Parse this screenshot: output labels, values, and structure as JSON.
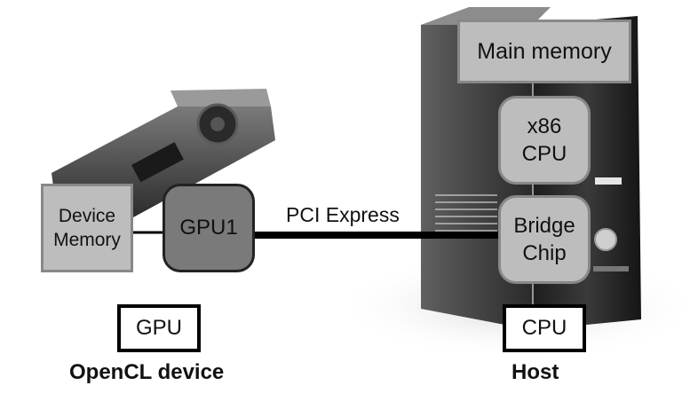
{
  "host": {
    "main_memory": "Main memory",
    "cpu_line1": "x86",
    "cpu_line2": "CPU",
    "bridge_line1": "Bridge",
    "bridge_line2": "Chip",
    "label": "CPU",
    "caption": "Host"
  },
  "device": {
    "memory_line1": "Device",
    "memory_line2": "Memory",
    "gpu1": "GPU1",
    "label": "GPU",
    "caption": "OpenCL device"
  },
  "link": {
    "label": "PCI Express"
  }
}
